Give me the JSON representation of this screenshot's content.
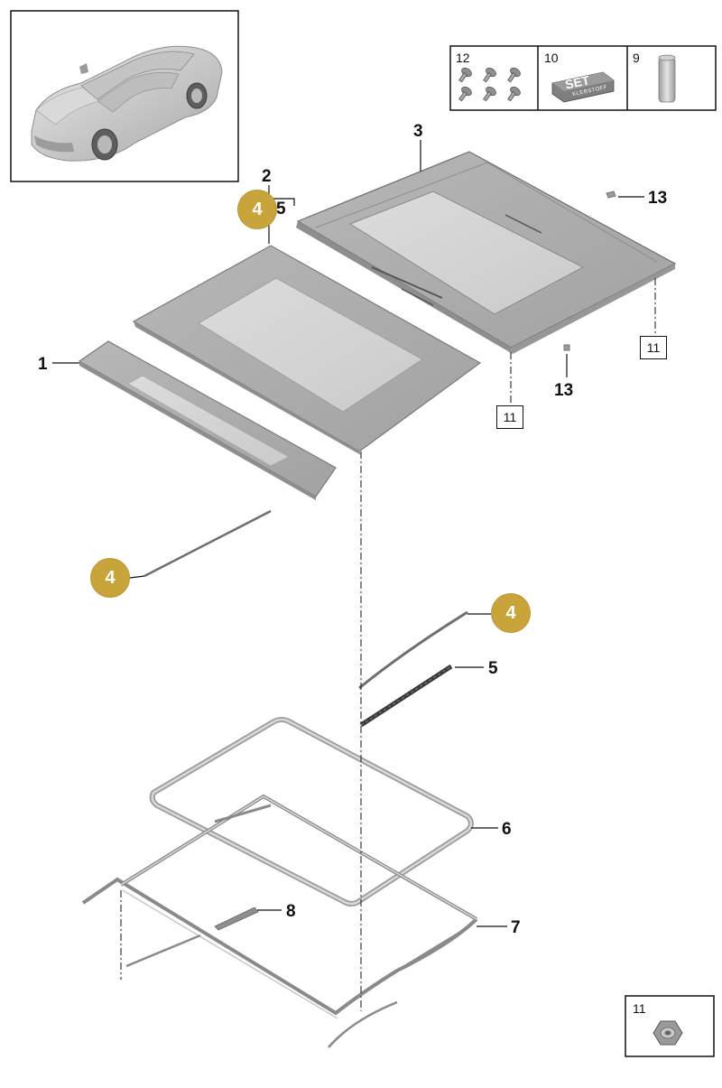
{
  "diagram": {
    "callouts": {
      "c1": "1",
      "c2": "2",
      "c3": "3",
      "c5a": "5",
      "c5b": "5",
      "c6": "6",
      "c7": "7",
      "c8": "8",
      "c13a": "13",
      "c13b": "13"
    },
    "circled_callouts": {
      "top": "4",
      "left": "4",
      "right": "4"
    },
    "boxed_callouts": {
      "b11a": "11",
      "b11b": "11"
    },
    "parts_legend": {
      "p12": "12",
      "p10": "10",
      "p9": "9",
      "p11": "11"
    },
    "set_label": {
      "word": "SET",
      "sub": "KLEBSTOFF"
    },
    "colors": {
      "accent_circle": "#c9a43a",
      "panel_gray": "#a9a9a9",
      "glass_light": "#d4d4d4",
      "line": "#111111"
    }
  }
}
